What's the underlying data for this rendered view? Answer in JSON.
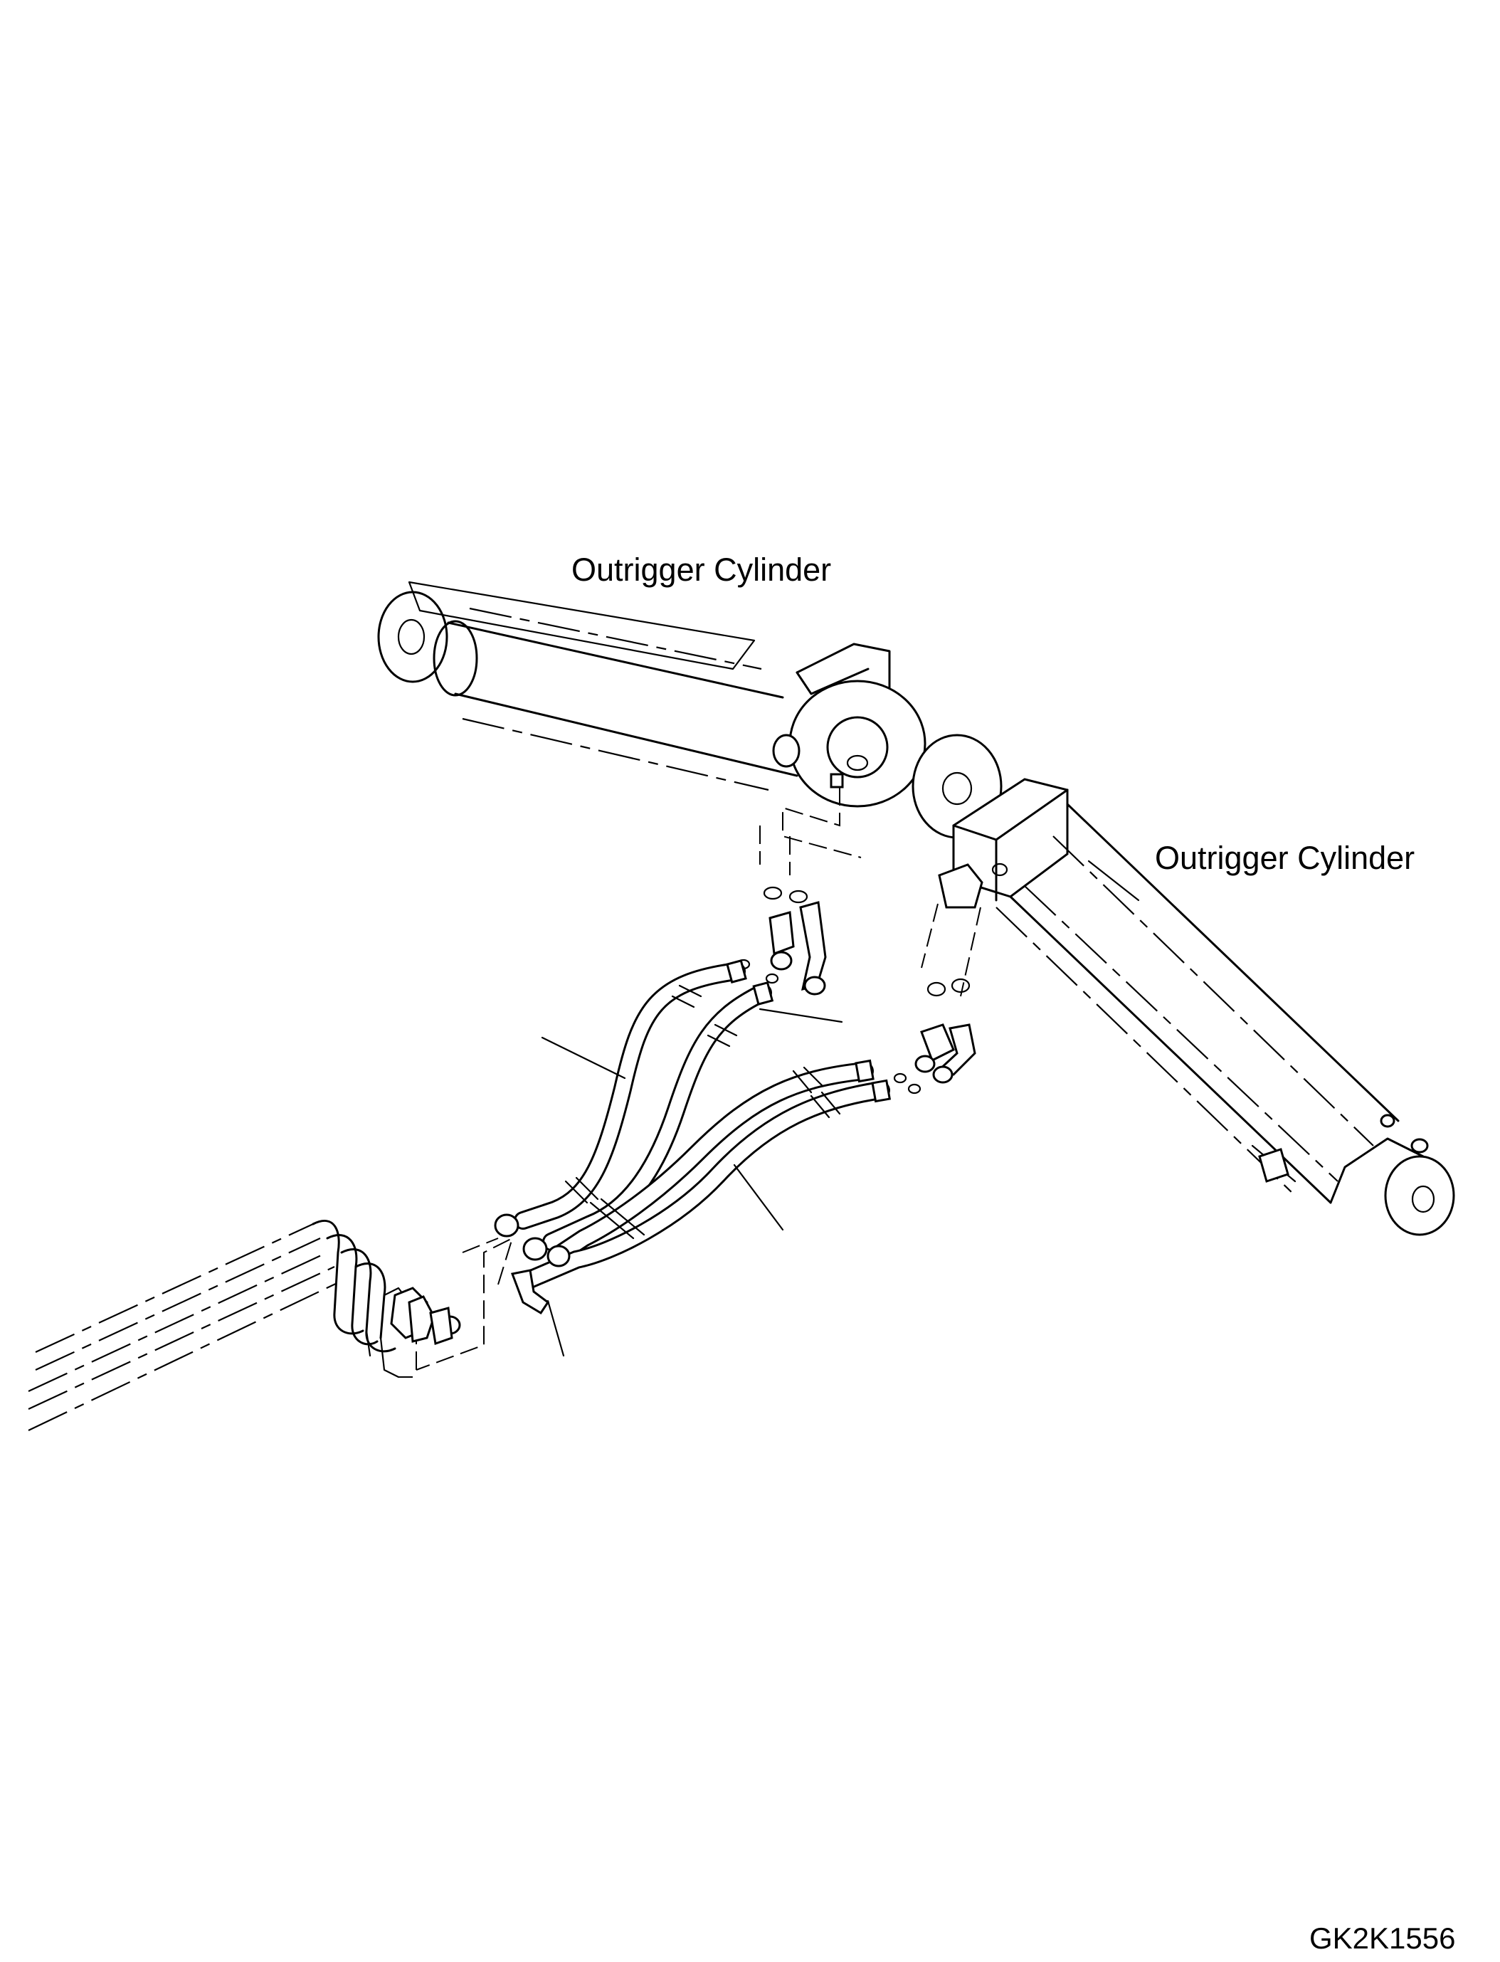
{
  "labels": {
    "upper_cylinder": "Outrigger Cylinder",
    "lower_cylinder": "Outrigger Cylinder"
  },
  "drawing_code": "GK2K1556",
  "colors": {
    "line": "#000000",
    "background": "#ffffff"
  }
}
